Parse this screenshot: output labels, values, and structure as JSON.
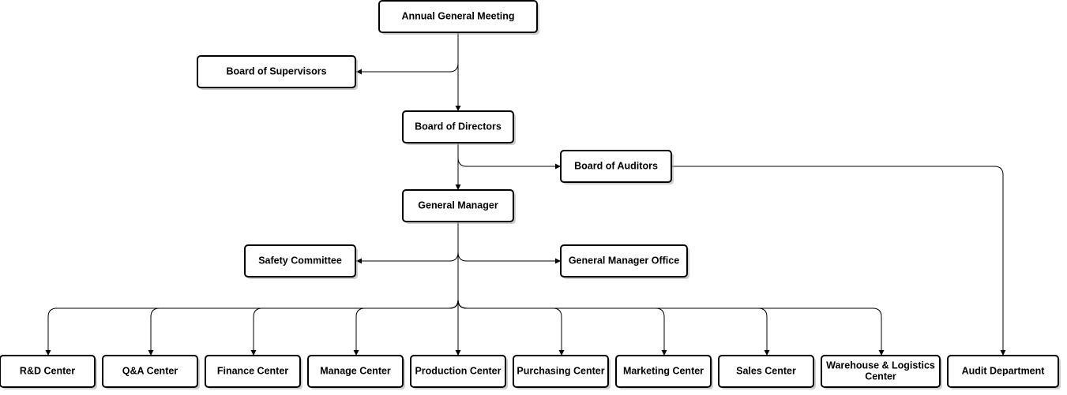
{
  "diagram": {
    "type": "org-chart",
    "colors": {
      "background": "#ffffff",
      "box_border": "#000000",
      "box_fill": "#ffffff",
      "shadow": "#a8a8a8",
      "connector": "#000000",
      "text": "#000000"
    },
    "nodes": {
      "agm": {
        "label": "Annual General Meeting"
      },
      "supervisors": {
        "label": "Board of Supervisors"
      },
      "directors": {
        "label": "Board of Directors"
      },
      "auditors": {
        "label": "Board of Auditors"
      },
      "gm": {
        "label": "General Manager"
      },
      "safety": {
        "label": "Safety Committee"
      },
      "gm_office": {
        "label": "General Manager Office"
      },
      "rnd": {
        "label": "R&D Center"
      },
      "qa": {
        "label": "Q&A Center"
      },
      "finance": {
        "label": "Finance Center"
      },
      "manage": {
        "label": "Manage Center"
      },
      "production": {
        "label": "Production Center"
      },
      "purchasing": {
        "label": "Purchasing Center"
      },
      "marketing": {
        "label": "Marketing Center"
      },
      "sales": {
        "label": "Sales Center"
      },
      "warehouse": {
        "label_lines": [
          "Warehouse & Logistics",
          "Center"
        ]
      },
      "audit": {
        "label": "Audit Department"
      }
    },
    "edges": [
      {
        "from": "agm",
        "to": "supervisors"
      },
      {
        "from": "agm",
        "to": "directors"
      },
      {
        "from": "directors",
        "to": "auditors"
      },
      {
        "from": "directors",
        "to": "gm"
      },
      {
        "from": "auditors",
        "to": "audit"
      },
      {
        "from": "gm",
        "to": "safety"
      },
      {
        "from": "gm",
        "to": "gm_office"
      },
      {
        "from": "gm",
        "to": "rnd"
      },
      {
        "from": "gm",
        "to": "qa"
      },
      {
        "from": "gm",
        "to": "finance"
      },
      {
        "from": "gm",
        "to": "manage"
      },
      {
        "from": "gm",
        "to": "production"
      },
      {
        "from": "gm",
        "to": "purchasing"
      },
      {
        "from": "gm",
        "to": "marketing"
      },
      {
        "from": "gm",
        "to": "sales"
      },
      {
        "from": "gm",
        "to": "warehouse"
      }
    ]
  }
}
